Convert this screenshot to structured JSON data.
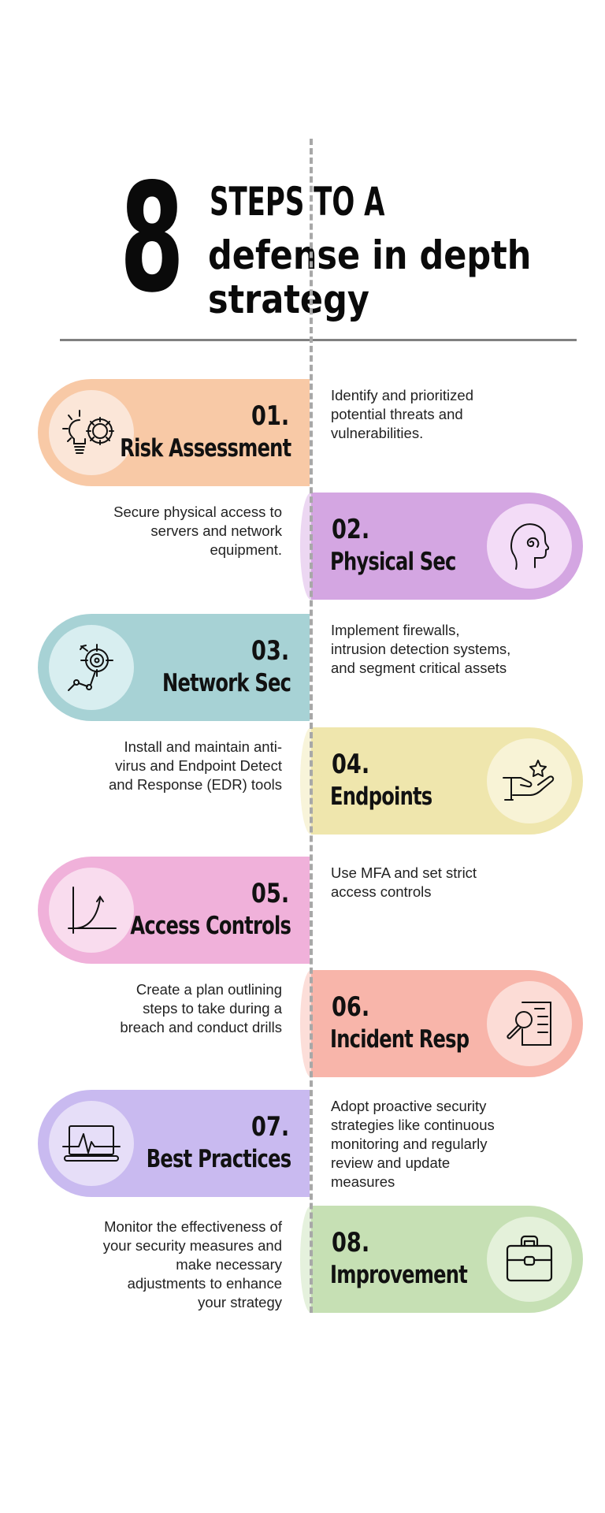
{
  "header": {
    "big_number": "8",
    "line1": "STEPS TO A",
    "line2": "defense in depth",
    "line3": "strategy"
  },
  "colors": {
    "divider": "#a8a8a8",
    "rule": "#808080"
  },
  "steps": [
    {
      "number": "01.",
      "name": "Risk Assessment",
      "icon": "lightbulb-gear-icon",
      "side": "left",
      "color": "#f8c9a6",
      "circle_color": "#fbe6d8",
      "description": [
        "Identify and prioritized",
        "potential threats and",
        "vulnerabilities."
      ]
    },
    {
      "number": "02.",
      "name": "Physical Sec",
      "icon": "head-spiral-icon",
      "side": "right",
      "color": "#d4a6e2",
      "circle_color": "#f3dcf7",
      "description": [
        "Secure physical access to",
        "servers and network",
        "equipment."
      ]
    },
    {
      "number": "03.",
      "name": "Network Sec",
      "icon": "target-chart-icon",
      "side": "left",
      "color": "#a7d2d5",
      "circle_color": "#d8eef0",
      "description": [
        "Implement firewalls,",
        "intrusion detection systems,",
        "and segment critical assets"
      ]
    },
    {
      "number": "04.",
      "name": "Endpoints",
      "icon": "hand-star-icon",
      "side": "right",
      "color": "#efe6ad",
      "circle_color": "#f8f3d6",
      "description": [
        "Install and maintain anti-",
        "virus and Endpoint Detect",
        "and Response (EDR) tools"
      ]
    },
    {
      "number": "05.",
      "name": "Access Controls",
      "icon": "growth-graph-icon",
      "side": "left",
      "color": "#f0b1da",
      "circle_color": "#f9dcee",
      "description": [
        "Use MFA and set strict",
        "access controls"
      ]
    },
    {
      "number": "06.",
      "name": "Incident Resp",
      "icon": "document-search-icon",
      "side": "right",
      "color": "#f8b5aa",
      "circle_color": "#fcdcd6",
      "description": [
        "Create a plan outlining",
        "steps to take during a",
        "breach and conduct drills"
      ]
    },
    {
      "number": "07.",
      "name": "Best Practices",
      "icon": "laptop-pulse-icon",
      "side": "left",
      "color": "#c9baf0",
      "circle_color": "#e6def8",
      "description": [
        "Adopt proactive security",
        "strategies like continuous",
        "monitoring and regularly",
        "review and update",
        "measures"
      ]
    },
    {
      "number": "08.",
      "name": "Improvement",
      "icon": "briefcase-icon",
      "side": "right",
      "color": "#c6e0b4",
      "circle_color": "#e4f1da",
      "description": [
        "Monitor the effectiveness of",
        "your security measures and",
        "make necessary",
        "adjustments to enhance",
        "your strategy"
      ]
    }
  ]
}
